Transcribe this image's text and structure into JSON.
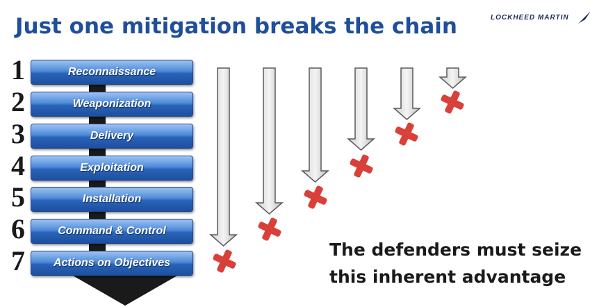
{
  "title": "Just one mitigation breaks the chain",
  "logo_text": "LOCKHEED MARTIN",
  "steps": [
    {
      "number": "1",
      "label": "Reconnaissance"
    },
    {
      "number": "2",
      "label": "Weaponization"
    },
    {
      "number": "3",
      "label": "Delivery"
    },
    {
      "number": "4",
      "label": "Exploitation"
    },
    {
      "number": "5",
      "label": "Installation"
    },
    {
      "number": "6",
      "label": "Command & Control"
    },
    {
      "number": "7",
      "label": "Actions on Objectives"
    }
  ],
  "tagline": {
    "line1": "The defenders must seize",
    "line2": "this inherent advantage"
  },
  "colors": {
    "title": "#1f4e9a",
    "step_box": "#2a63b8",
    "arrow_fill": "#e6e6e6",
    "mitigation_x": "#d9403a"
  },
  "mitigation_icon": "x-mark-icon",
  "arrow_icon": "down-arrow-icon"
}
